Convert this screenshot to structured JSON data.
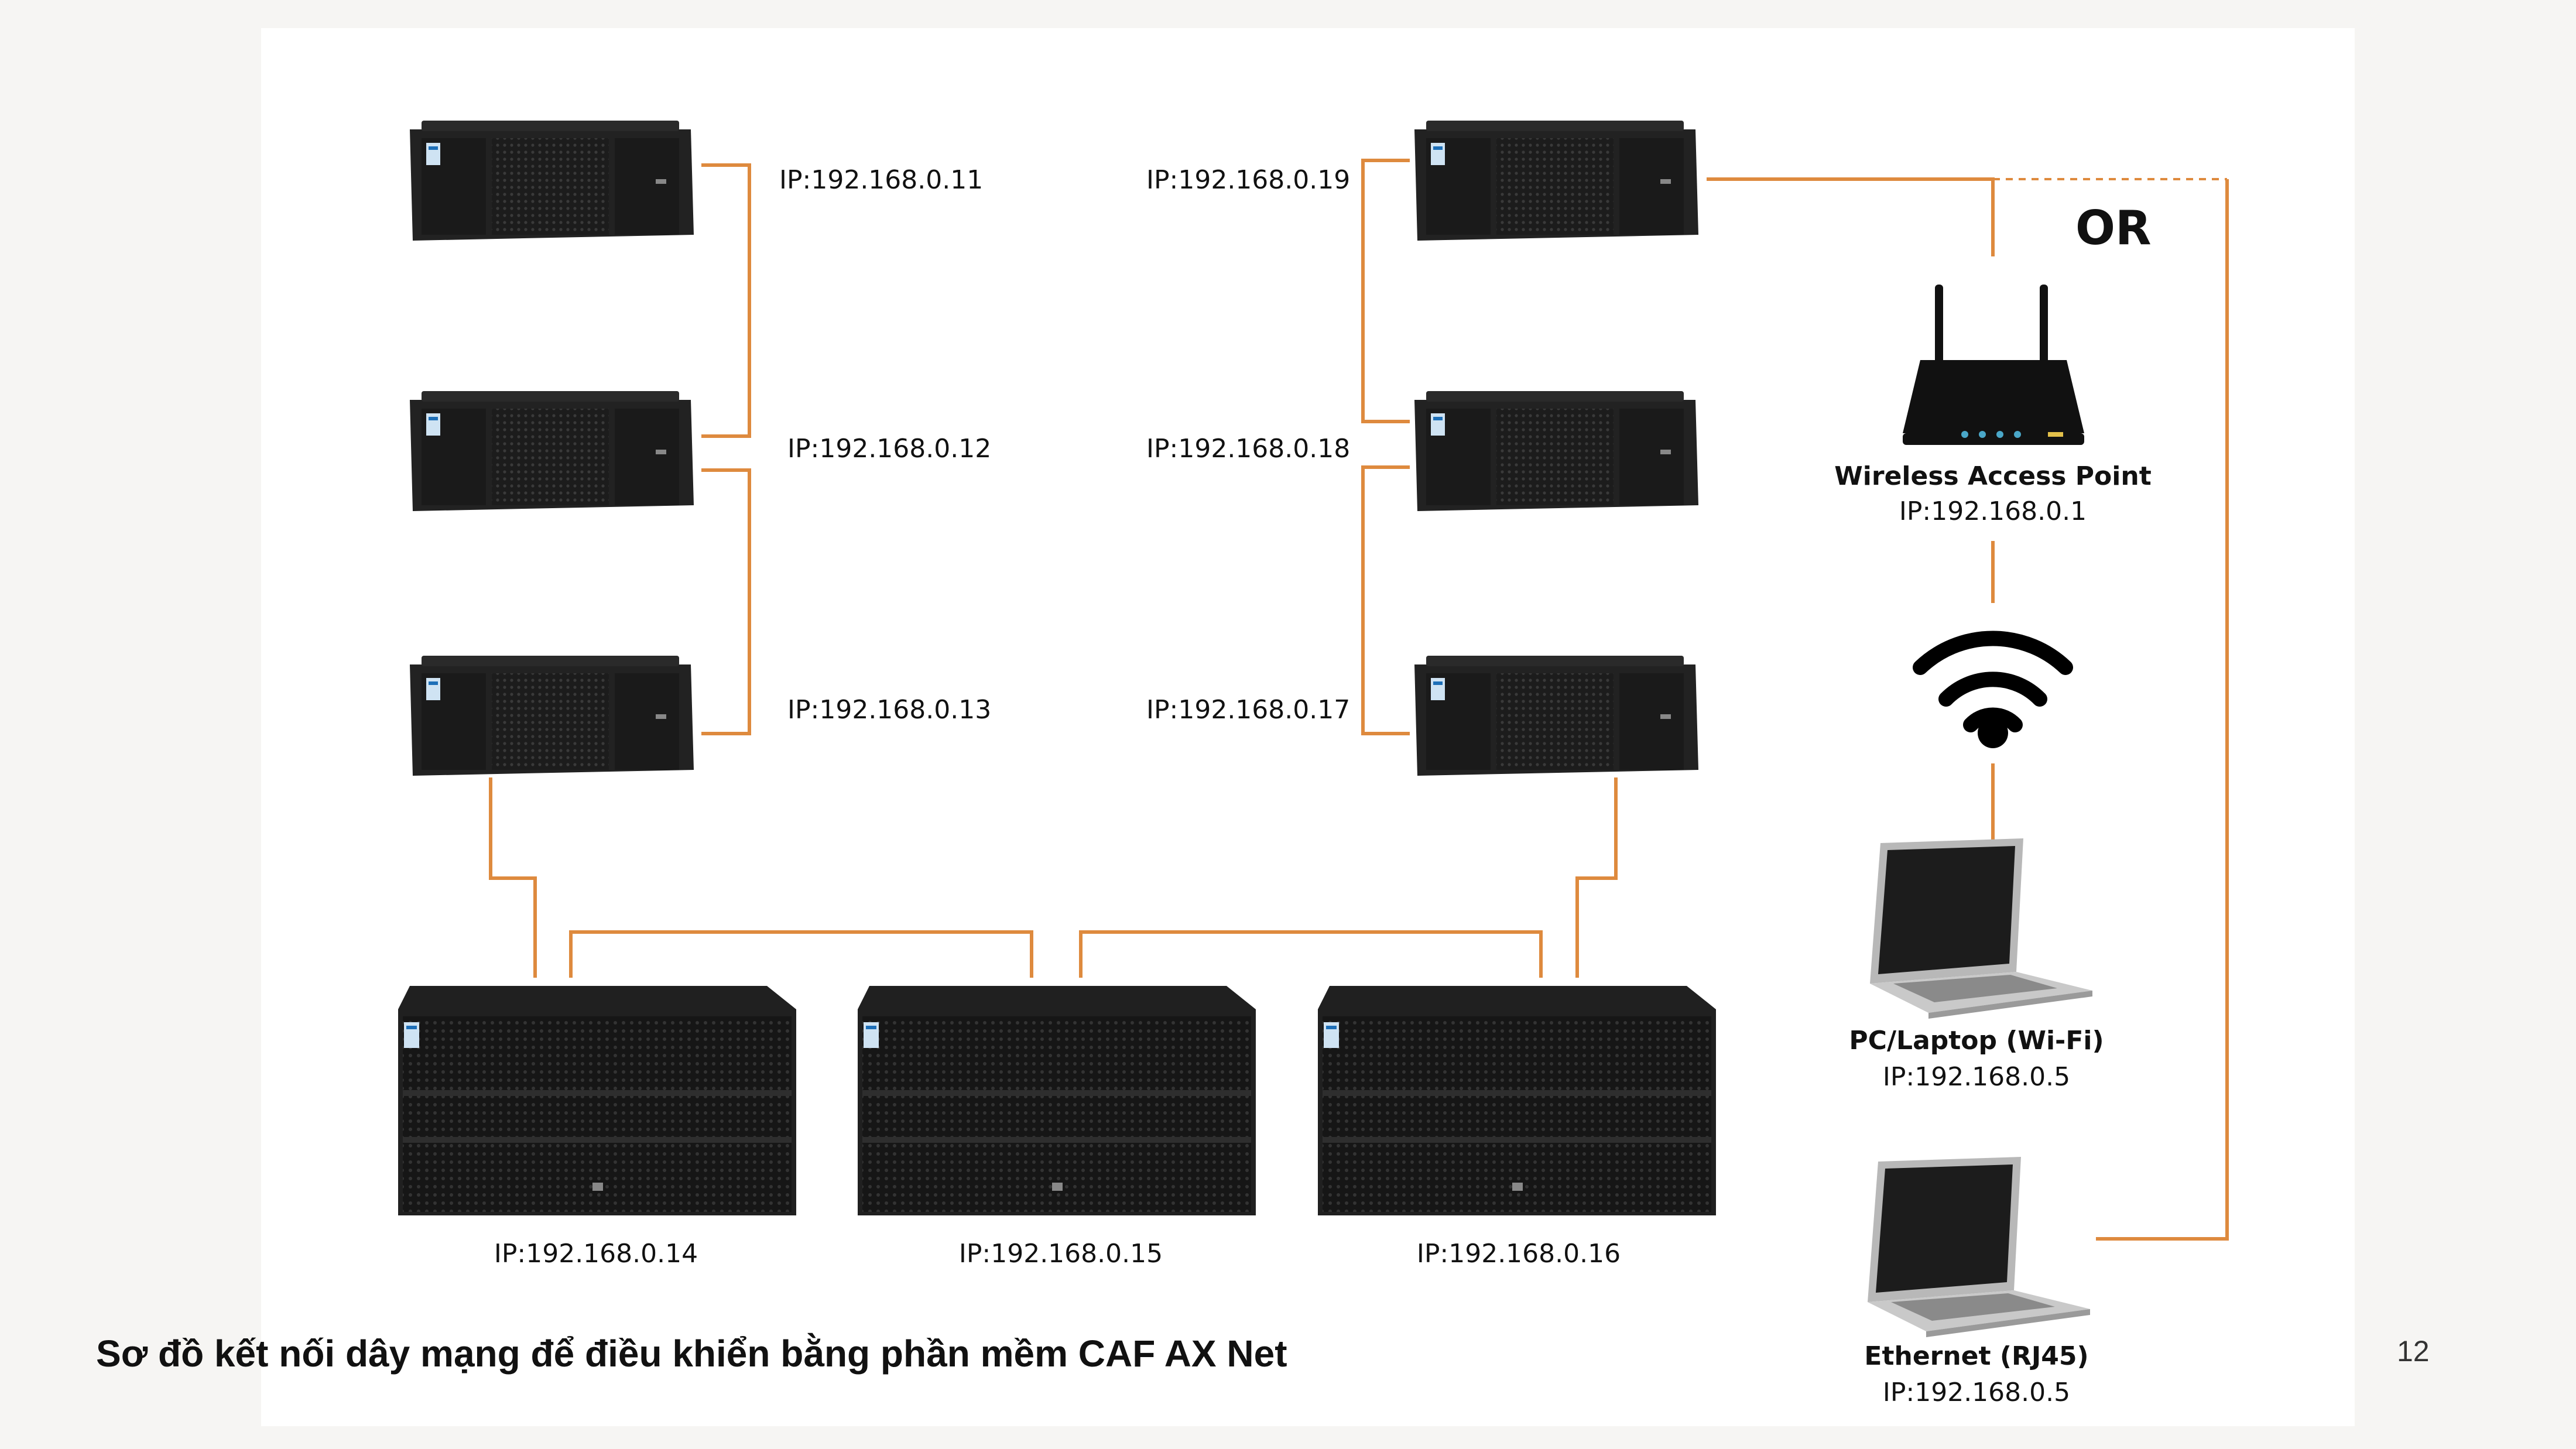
{
  "slide": {
    "caption": "Sơ đồ kết nối dây mạng để điều khiển bằng phần mềm CAF AX Net",
    "page_number": "12"
  },
  "diagram": {
    "or_label": "OR",
    "cable_color": "#de8a3e",
    "left_speakers": [
      {
        "ip": "IP:192.168.0.11"
      },
      {
        "ip": "IP:192.168.0.12"
      },
      {
        "ip": "IP:192.168.0.13"
      }
    ],
    "right_speakers": [
      {
        "ip": "IP:192.168.0.19"
      },
      {
        "ip": "IP:192.168.0.18"
      },
      {
        "ip": "IP:192.168.0.17"
      }
    ],
    "subwoofers": [
      {
        "ip": "IP:192.168.0.14"
      },
      {
        "ip": "IP:192.168.0.15"
      },
      {
        "ip": "IP:192.168.0.16"
      }
    ],
    "access_point": {
      "label": "Wireless Access Point",
      "ip": "IP:192.168.0.1",
      "icon": "router-icon"
    },
    "wifi": {
      "icon": "wifi-icon"
    },
    "laptop_wifi": {
      "label": "PC/Laptop (Wi-Fi)",
      "ip": "IP:192.168.0.5",
      "icon": "laptop-icon"
    },
    "laptop_ethernet": {
      "label": "Ethernet (RJ45)",
      "ip": "IP:192.168.0.5",
      "icon": "laptop-icon"
    }
  }
}
